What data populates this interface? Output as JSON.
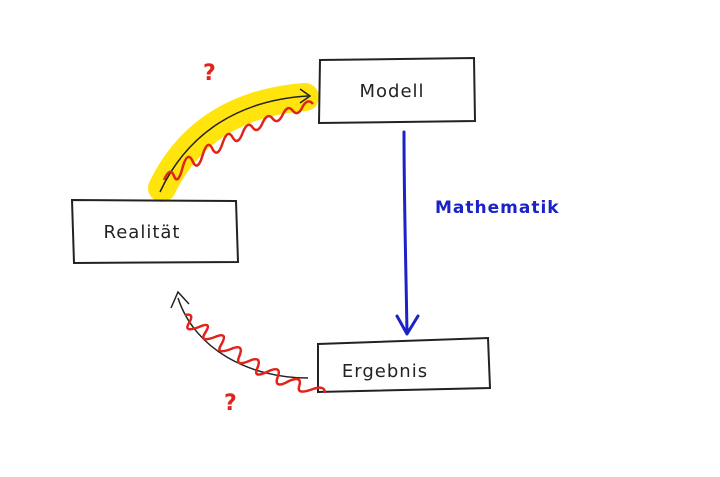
{
  "boxes": {
    "modell": "Modell",
    "realitaet": "Realität",
    "ergebnis": "Ergebnis"
  },
  "arrows": {
    "mathematik_label": "Mathematik",
    "question_top": "?",
    "question_bottom": "?"
  },
  "colors": {
    "ink": "#222222",
    "blue": "#1a22c8",
    "red": "#e0231b",
    "highlight": "#ffe400"
  }
}
